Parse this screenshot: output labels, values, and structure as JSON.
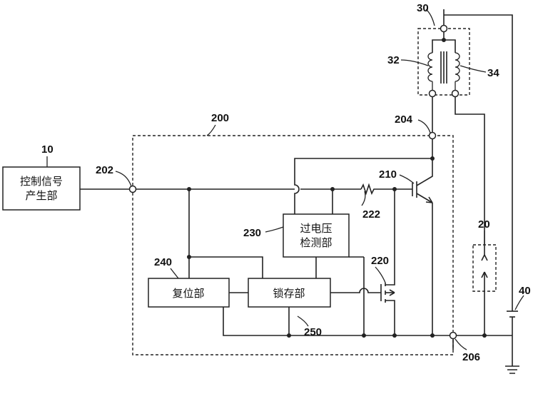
{
  "blocks": {
    "control_signal_unit": {
      "ref": "10",
      "line1": "控制信号",
      "line2": "产生部"
    },
    "drive_unit": {
      "ref": "200"
    },
    "overvoltage_detector": {
      "ref": "230",
      "line1": "过电压",
      "line2": "检测部"
    },
    "reset_unit": {
      "ref": "240",
      "label": "复位部"
    },
    "latch_unit": {
      "ref": "250",
      "label": "锁存部"
    },
    "ignition_coil": {
      "ref": "30",
      "primary_ref": "32",
      "secondary_ref": "34"
    },
    "spark_plug": {
      "ref": "20"
    },
    "battery": {
      "ref": "40"
    }
  },
  "terminals": {
    "input": "202",
    "collector": "204",
    "ground": "206"
  },
  "components": {
    "igbt": "210",
    "mosfet": "220",
    "resistor": "222"
  }
}
